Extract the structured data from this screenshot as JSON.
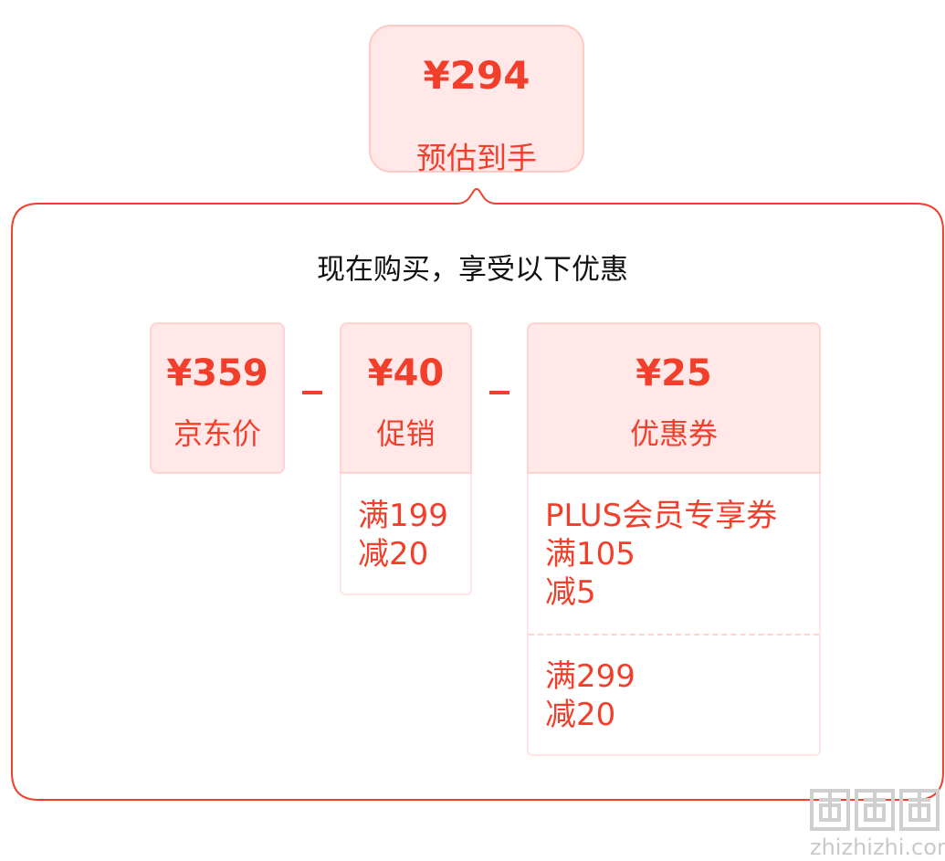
{
  "estimate": {
    "price": "¥294",
    "label": "预估到手"
  },
  "panel": {
    "title": "现在购买，享受以下优惠"
  },
  "breakdown": {
    "jd_price": {
      "amount": "¥359",
      "label": "京东价"
    },
    "operator1": "-",
    "promotion": {
      "amount": "¥40",
      "label": "促销",
      "details": [
        "满199\n减20"
      ]
    },
    "operator2": "-",
    "coupon": {
      "amount": "¥25",
      "label": "优惠券",
      "details": [
        "PLUS会员专享券\n满105\n减5",
        "满299\n减20"
      ]
    }
  },
  "colors": {
    "accent": "#f23f2b",
    "cell_bg": "#ffe8e7",
    "cell_border": "#ffd3cf"
  },
  "watermark": {
    "site": "zhizhizhi.com",
    "logo_icon": "zhi-logo-icon"
  }
}
